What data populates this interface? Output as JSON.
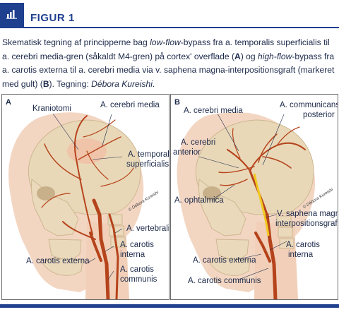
{
  "figure": {
    "label": "FIGUR 1",
    "icon": "bar-chart-icon"
  },
  "caption": {
    "p1": "Skematisk tegning af principperne bag ",
    "p2": "low-flow",
    "p3": "-bypass fra a. temporalis superficialis til a. cerebri media-gren (såkaldt M4-gren) på cortex' overflade (",
    "p4": "A",
    "p5": ") og ",
    "p6": "high-flow",
    "p7": "-bypass fra a. carotis externa til a. cerebri media via v. saphena magna-interpositionsgraft (markeret med gult) (",
    "p8": "B",
    "p9": "). Tegning: ",
    "p10": "Débora Kureishi",
    "p11": "."
  },
  "panelA": {
    "letter": "A",
    "labels": {
      "kraniotomi": "Kraniotomi",
      "cerebri_media": "A. cerebri media",
      "temporalis_1": "A. temporalis",
      "temporalis_2": "superficialis",
      "vertebralis": "A. vertebralis",
      "carotis_interna_1": "A. carotis",
      "carotis_interna_2": "interna",
      "carotis_externa": "A. carotis externa",
      "carotis_communis_1": "A. carotis",
      "carotis_communis_2": "communis"
    },
    "credit": "© Débora Kureishi"
  },
  "panelB": {
    "letter": "B",
    "labels": {
      "cerebri_media": "A. cerebri media",
      "communicans_1": "A. communicans",
      "communicans_2": "posterior",
      "cerebri_anterior_1": "A. cerebri",
      "cerebri_anterior_2": "anterior",
      "ophtalmica": "A. ophtalmica",
      "saphena_1": "V. saphena magna",
      "saphena_2": "interpositionsgraft",
      "carotis_interna_1": "A. carotis",
      "carotis_interna_2": "interna",
      "carotis_externa": "A. carotis externa",
      "carotis_communis": "A. carotis communis"
    },
    "credit": "© Débora Kureishi"
  },
  "colors": {
    "accent": "#1f3f8f",
    "skin": "#f3d6c2",
    "skull": "#e9d8b8",
    "artery": "#b5431b",
    "graft": "#f2c81e"
  }
}
